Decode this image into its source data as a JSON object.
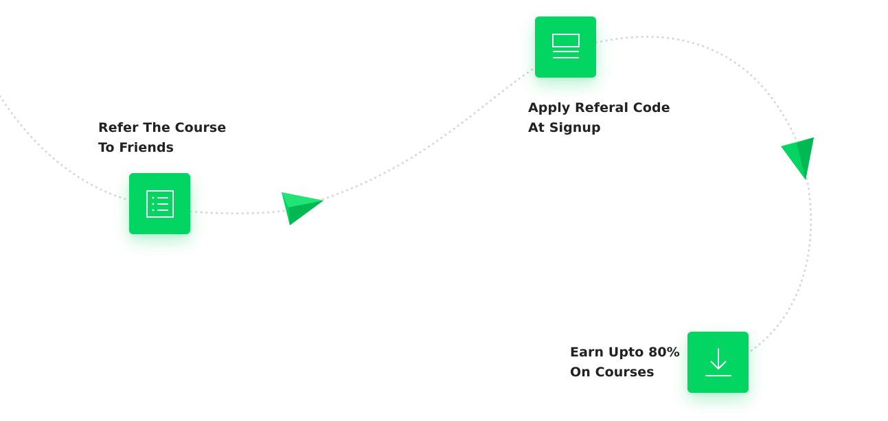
{
  "theme": {
    "accent": "#02d562",
    "accent_dark": "#01b852",
    "text": "#222222",
    "path": "#d9d9d9"
  },
  "steps": [
    {
      "icon": "list-icon",
      "line1": "Refer The Course",
      "line2": "To Friends"
    },
    {
      "icon": "monitor-icon",
      "line1": "Apply Referal Code",
      "line2": "At Signup"
    },
    {
      "icon": "download-icon",
      "line1": "Earn Upto 80%",
      "line2": "On Courses"
    }
  ],
  "decorations": [
    {
      "icon": "paper-plane-icon"
    },
    {
      "icon": "paper-plane-icon"
    }
  ]
}
